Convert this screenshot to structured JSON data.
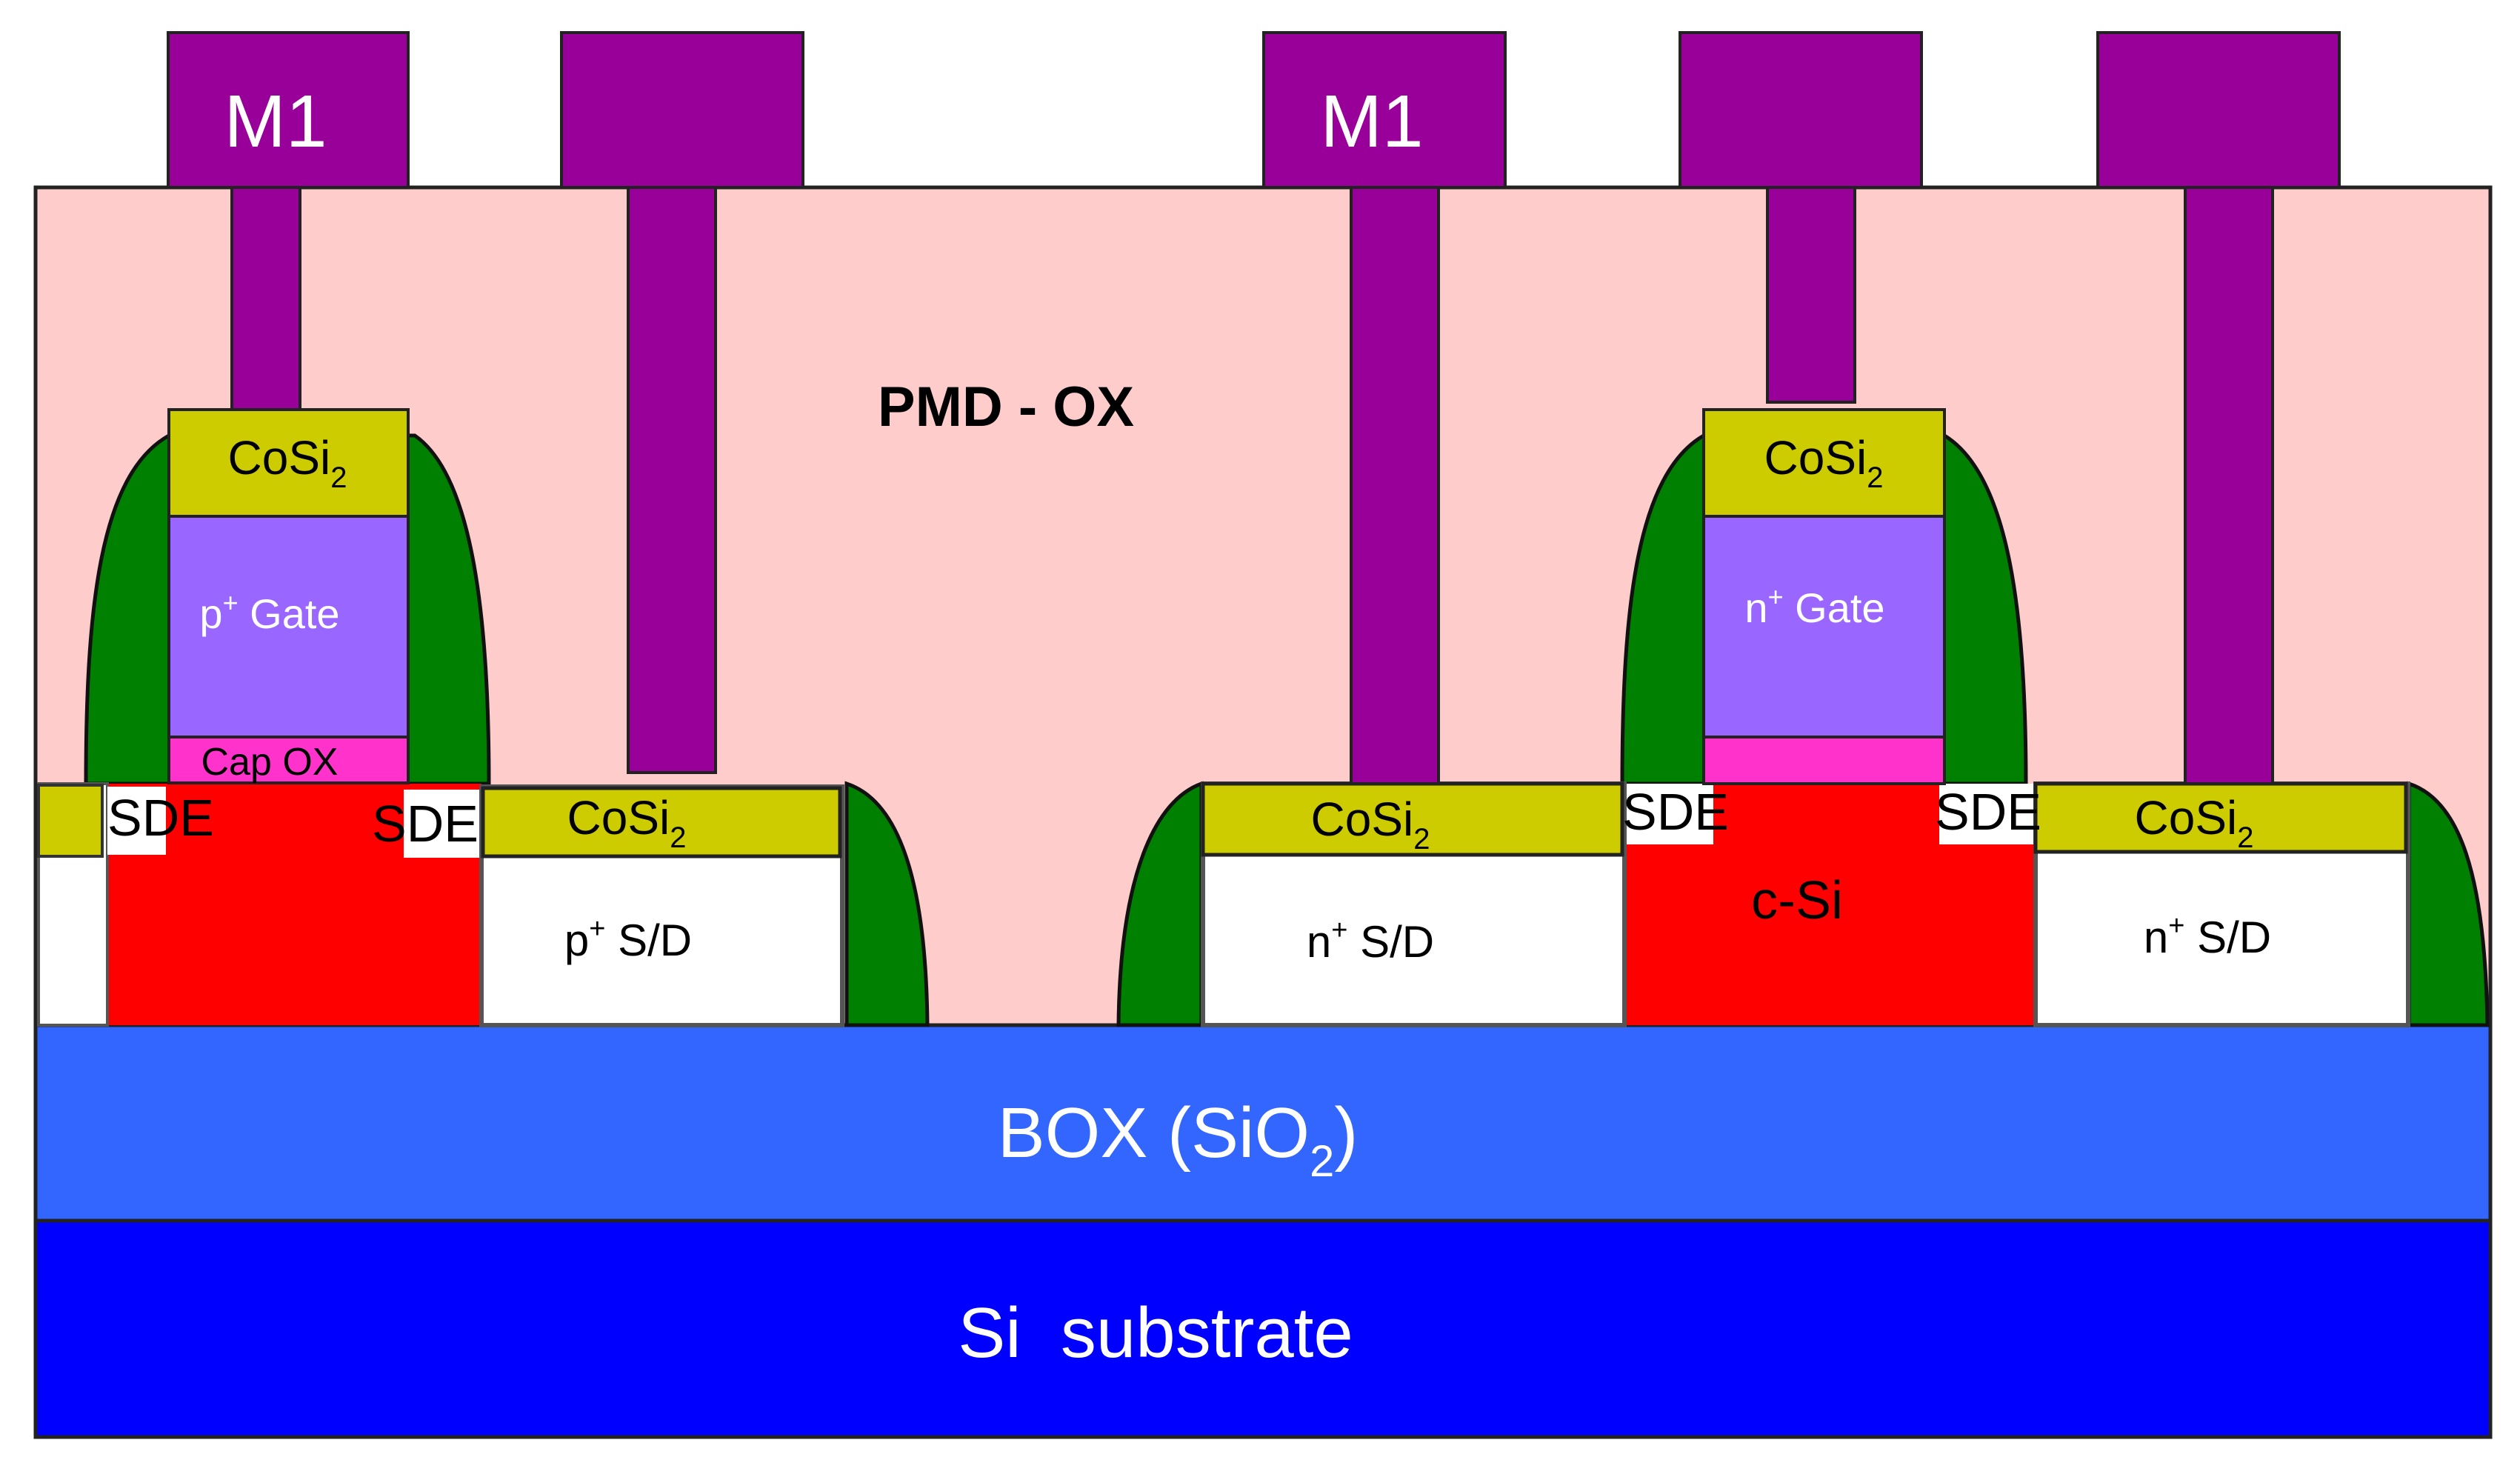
{
  "layers": {
    "substrate": "Si  substrate",
    "box": "BOX  (SiO",
    "box_sub": "2",
    "box_close": ")",
    "pmd": "PMD - OX"
  },
  "metal": {
    "m1_left": "M1",
    "m1_right": "M1"
  },
  "pfet": {
    "silicide_gate": "CoSi",
    "silicide_gate_sub": "2",
    "gate_base": "p",
    "gate_sup": "+",
    "gate_rest": " Gate",
    "cap_ox": "Cap OX",
    "sde_left": "SDE",
    "sde_right": "SDE",
    "silicide_sd": "CoSi",
    "silicide_sd_sub": "2",
    "sd_base": "p",
    "sd_sup": "+",
    "sd_rest": "  S/D"
  },
  "nfet": {
    "silicide_gate": "CoSi",
    "silicide_gate_sub": "2",
    "gate_base": "n",
    "gate_sup": "+",
    "gate_rest": " Gate",
    "sde_left": "SDE",
    "sde_right": "SDE",
    "channel": "c-Si",
    "silicide_sd_left": "CoSi",
    "silicide_sd_left_sub": "2",
    "sd_left_base": "n",
    "sd_left_sup": "+",
    "sd_left_rest": "  S/D",
    "silicide_sd_right": "CoSi",
    "silicide_sd_right_sub": "2",
    "sd_right_base": "n",
    "sd_right_sup": "+",
    "sd_right_rest": "  S/D"
  },
  "colors": {
    "substrate": "#0000FF",
    "box": "#3366FF",
    "pmd": "#FFCCCC",
    "metal": "#990099",
    "silicide": "#CCCC00",
    "gate": "#9966FF",
    "cap_ox": "#FF33CC",
    "spacer": "#008000",
    "silicon": "#FF0000",
    "sd": "#FFFFFF",
    "outline": "#000000"
  }
}
